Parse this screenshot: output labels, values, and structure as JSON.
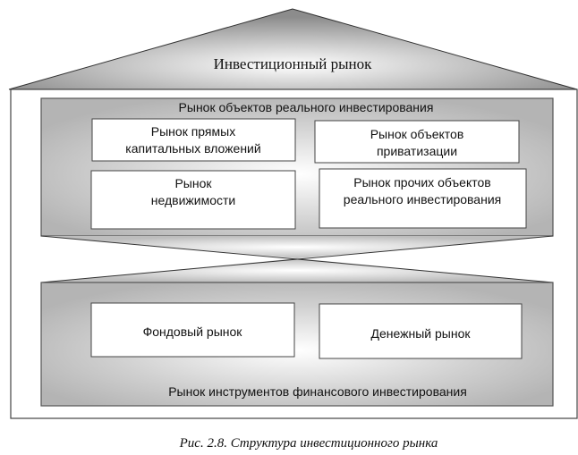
{
  "roof": {
    "title": "Инвестиционный рынок"
  },
  "real_market": {
    "title": "Рынок объектов реального инвестирования",
    "boxes": [
      {
        "lines": [
          "Рынок прямых",
          "капитальных вложений"
        ]
      },
      {
        "lines": [
          "Рынок объектов",
          "приватизации"
        ]
      },
      {
        "lines": [
          "Рынок",
          "недвижимости"
        ]
      },
      {
        "lines": [
          "Рынок прочих объектов",
          "реального инвестирования"
        ]
      }
    ]
  },
  "financial_market": {
    "title": "Рынок инструментов финансового инвестирования",
    "boxes": [
      {
        "lines": [
          "Фондовый рынок"
        ]
      },
      {
        "lines": [
          "Денежный рынок"
        ]
      }
    ]
  },
  "caption": "Рис. 2.8. Структура инвестиционного рынка"
}
